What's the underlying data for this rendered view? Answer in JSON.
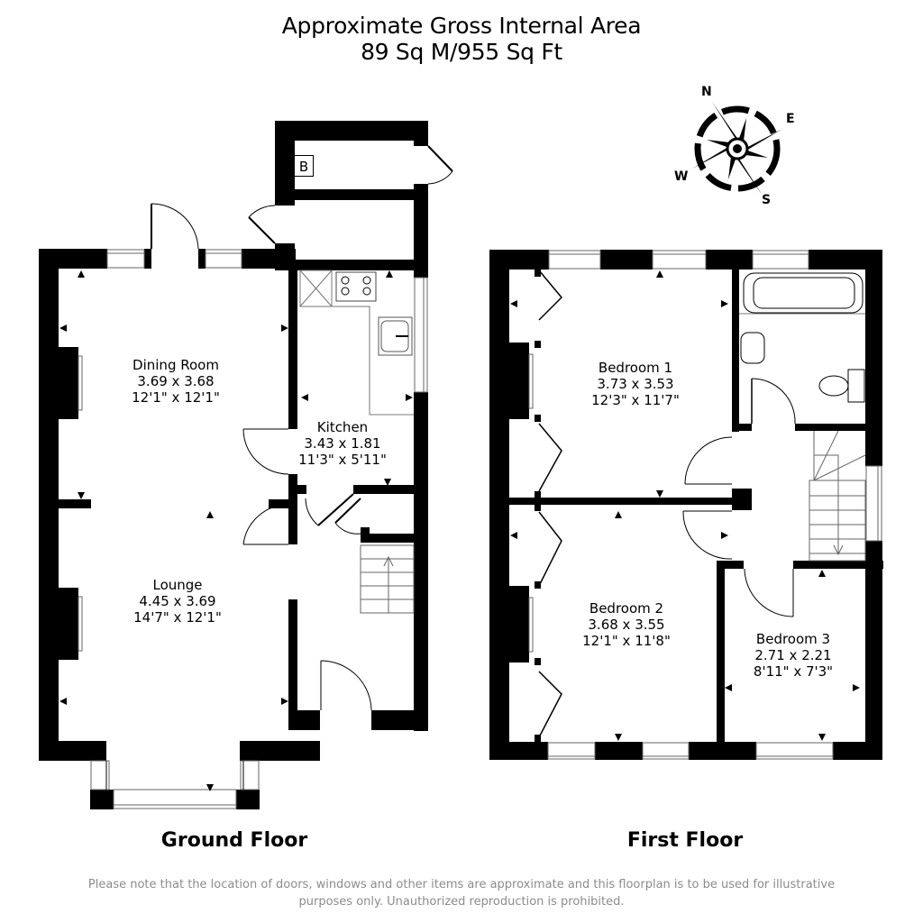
{
  "header": {
    "title_line1": "Approximate Gross Internal Area",
    "title_line2": "89 Sq M/955 Sq Ft"
  },
  "compass": {
    "icon": "compass-rose-icon",
    "north": "N",
    "east": "E",
    "south": "S",
    "west": "W"
  },
  "ground_floor": {
    "label": "Ground Floor",
    "boiler_label": "B",
    "rooms": [
      {
        "name": "Dining Room",
        "metric": "3.69 x 3.68",
        "imperial": "12'1\" x 12'1\""
      },
      {
        "name": "Kitchen",
        "metric": "3.43 x 1.81",
        "imperial": "11'3\" x 5'11\""
      },
      {
        "name": "Lounge",
        "metric": "4.45 x 3.69",
        "imperial": "14'7\" x 12'1\""
      }
    ]
  },
  "first_floor": {
    "label": "First Floor",
    "rooms": [
      {
        "name": "Bedroom 1",
        "metric": "3.73 x 3.53",
        "imperial": "12'3\" x 11'7\""
      },
      {
        "name": "Bedroom 2",
        "metric": "3.68 x 3.55",
        "imperial": "12'1\" x 11'8\""
      },
      {
        "name": "Bedroom 3",
        "metric": "2.71 x 2.21",
        "imperial": "8'11\" x 7'3\""
      }
    ]
  },
  "footer": {
    "disclaimer_line1": "Please note that the location of doors, windows and other items are approximate and this floorplan is to be used for illustrative",
    "disclaimer_line2": "purposes only. Unauthorized reproduction is prohibited."
  },
  "colors": {
    "wall": "#000000",
    "background": "#ffffff",
    "disclaimer_text": "#8c8c8c"
  }
}
